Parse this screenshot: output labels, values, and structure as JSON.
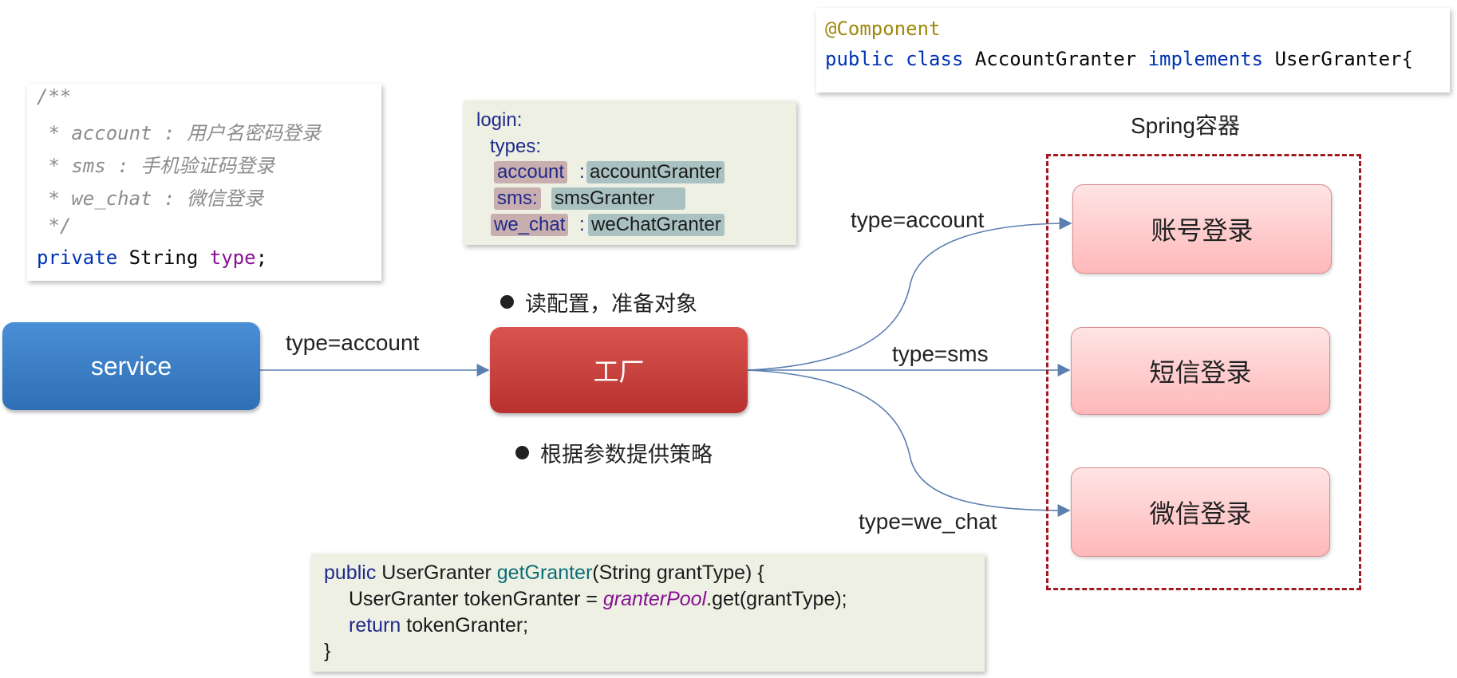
{
  "code_comment": {
    "line1": "/**",
    "line2": " * account : 用户名密码登录",
    "line3": " * sms : 手机验证码登录",
    "line4": " * we_chat : 微信登录",
    "line5": " */",
    "decl_private": "private",
    "decl_type": "String",
    "decl_field": "type",
    "decl_end": ";"
  },
  "yaml": {
    "root": "login:",
    "child": "types:",
    "entries": [
      {
        "key": "account",
        "sep": ":",
        "value": "accountGranter"
      },
      {
        "key": "sms:",
        "sep": "",
        "value": "smsGranter"
      },
      {
        "key": "we_chat",
        "sep": ":",
        "value": "weChatGranter"
      }
    ]
  },
  "component": {
    "annotation": "@Component",
    "kw_public": "public",
    "kw_class": "class",
    "class_name": "AccountGranter",
    "kw_implements": "implements",
    "interface_name": "UserGranter{"
  },
  "spring_label": "Spring容器",
  "service_label": "service",
  "factory_label": "工厂",
  "bullets": {
    "read_config": "读配置，准备对象",
    "provide_strategy": "根据参数提供策略"
  },
  "edge_labels": {
    "service_to_factory": "type=account",
    "to_account": "type=account",
    "to_sms": "type=sms",
    "to_wechat": "type=we_chat"
  },
  "login_nodes": {
    "account": "账号登录",
    "sms": "短信登录",
    "wechat": "微信登录"
  },
  "getter_code": {
    "l1_kw": "public",
    "l1_type": " UserGranter ",
    "l1_method": "getGranter",
    "l1_rest": "(String grantType) {",
    "l2_a": "UserGranter tokenGranter = ",
    "l2_field": "granterPool",
    "l2_b": ".get(grantType);",
    "l3_kw": "return",
    "l3_rest": " tokenGranter;",
    "l4": "}"
  },
  "colors": {
    "service": "#3a7cc6",
    "factory": "#c63e3b",
    "login_node": "#ffc8ca",
    "container_border": "#a11b1f",
    "edge": "#5b7fb0"
  }
}
